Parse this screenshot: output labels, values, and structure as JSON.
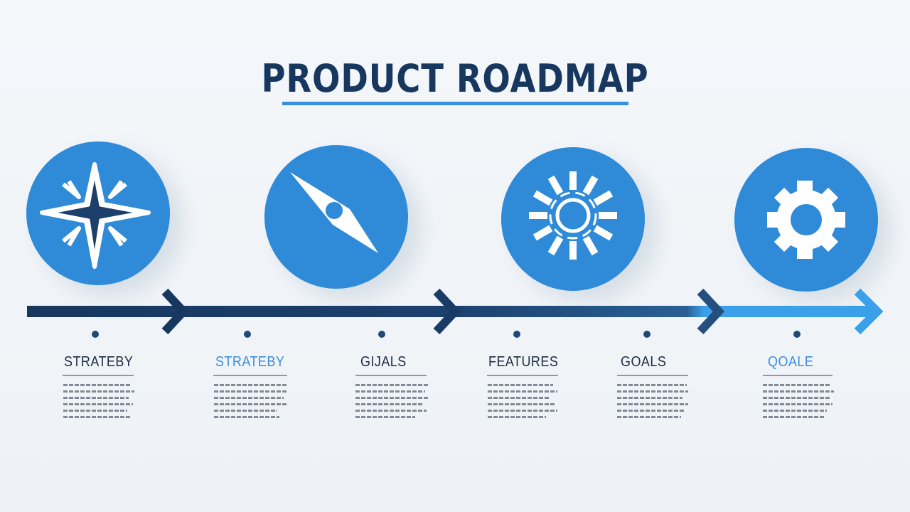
{
  "title": "PRODUCT ROADMAP",
  "colors": {
    "title": "#17375e",
    "accent": "#3a8ee0",
    "circle": "#2f8ad8",
    "arrow_dark": "#17375e",
    "arrow_light": "#3aa0ea"
  },
  "icons": [
    "compass-star-icon",
    "compass-needle-icon",
    "sunburst-gear-icon",
    "gear-icon"
  ],
  "stages": [
    {
      "label": "STRATEBY",
      "accent": false
    },
    {
      "label": "STRATEBY",
      "accent": true
    },
    {
      "label": "GIJALS",
      "accent": false
    },
    {
      "label": "FEATURES",
      "accent": false
    },
    {
      "label": "GOALS",
      "accent": false
    },
    {
      "label": "QOALE",
      "accent": true
    }
  ]
}
